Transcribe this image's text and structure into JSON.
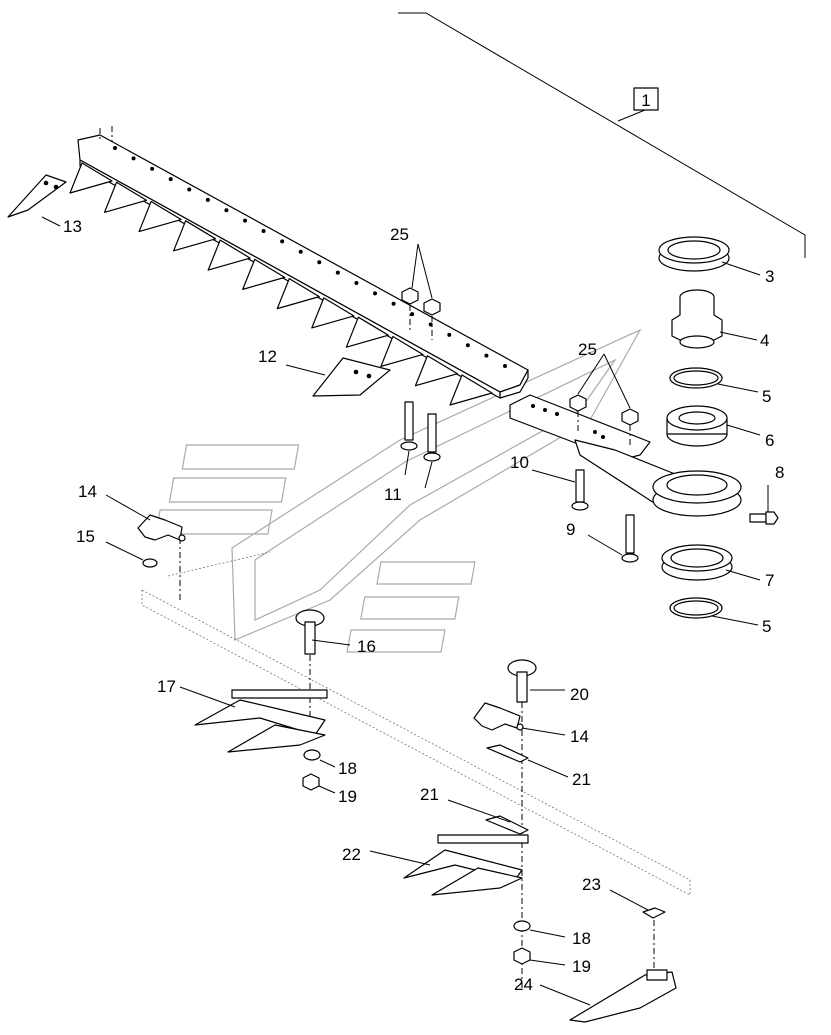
{
  "callouts": {
    "c1": "1",
    "c3": "3",
    "c4": "4",
    "c5a": "5",
    "c5b": "5",
    "c6": "6",
    "c7": "7",
    "c8": "8",
    "c9": "9",
    "c10": "10",
    "c11": "11",
    "c12": "12",
    "c13": "13",
    "c14a": "14",
    "c14b": "14",
    "c15": "15",
    "c16": "16",
    "c17": "17",
    "c18a": "18",
    "c18b": "18",
    "c19a": "19",
    "c19b": "19",
    "c20": "20",
    "c21a": "21",
    "c21b": "21",
    "c22": "22",
    "c23": "23",
    "c24": "24",
    "c25a": "25",
    "c25b": "25"
  }
}
